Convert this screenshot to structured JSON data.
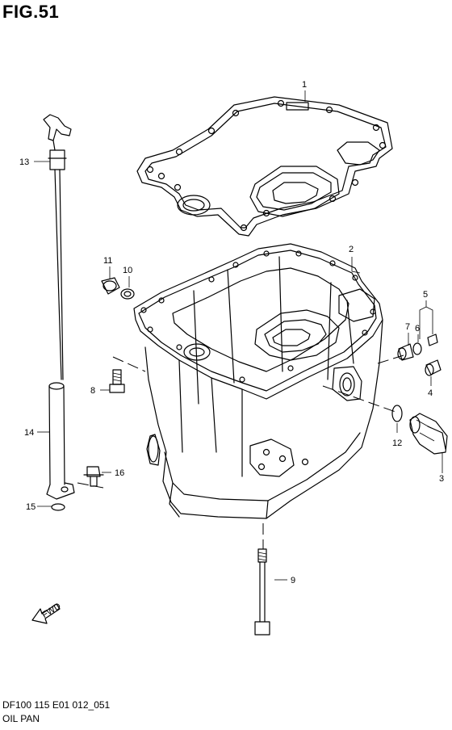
{
  "figure": {
    "title": "FIG.51",
    "code": "DF100 115 E01 012_051",
    "caption": "OIL PAN",
    "fwd_label": "FWD"
  },
  "callouts": [
    {
      "id": "1",
      "name": "gasket"
    },
    {
      "id": "2",
      "name": "oil-pan"
    },
    {
      "id": "3",
      "name": "plug-assembly"
    },
    {
      "id": "4",
      "name": "cap"
    },
    {
      "id": "5",
      "name": "group-5-7"
    },
    {
      "id": "6",
      "name": "washer-6"
    },
    {
      "id": "7",
      "name": "plug-7"
    },
    {
      "id": "8",
      "name": "bolt-8"
    },
    {
      "id": "9",
      "name": "long-bolt"
    },
    {
      "id": "10",
      "name": "washer-10"
    },
    {
      "id": "11",
      "name": "plug-11"
    },
    {
      "id": "12",
      "name": "o-ring"
    },
    {
      "id": "13",
      "name": "dipstick"
    },
    {
      "id": "14",
      "name": "dipstick-guide"
    },
    {
      "id": "15",
      "name": "o-ring-15"
    },
    {
      "id": "16",
      "name": "bolt-16"
    }
  ]
}
